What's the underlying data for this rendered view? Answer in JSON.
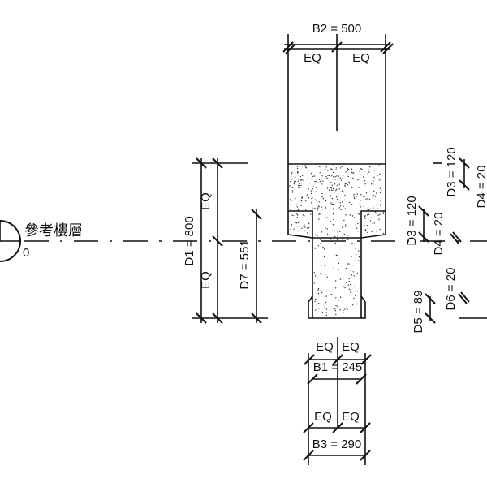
{
  "level": {
    "name": "參考樓層",
    "elevation": "0"
  },
  "dims": {
    "b2": "B2 = 500",
    "b1": "B1 = 245",
    "b3": "B3 = 290",
    "d1": "D1 = 800",
    "d7": "D7 = 551",
    "d3": "D3 = 120",
    "d4": "D4 = 20",
    "d3b": "D3 = 120",
    "d4b": "D4 = 20",
    "d5": "D5 = 89",
    "d6": "D6 = 20",
    "eq": "EQ"
  }
}
